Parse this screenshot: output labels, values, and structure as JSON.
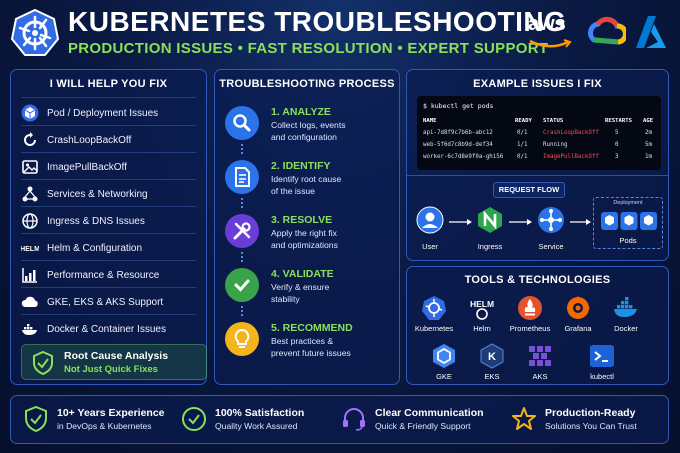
{
  "header": {
    "title": "KUBERNETES TROUBLESHOOTING",
    "subtitle": "PRODUCTION ISSUES • FAST RESOLUTION • EXPERT SUPPORT",
    "brands": {
      "aws": "aws"
    },
    "colors": {
      "accent": "#8be05a",
      "panel_border": "#2f59b8",
      "bg": "#0a1a44"
    }
  },
  "fix_panel": {
    "title": "I WILL HELP YOU FIX",
    "items": [
      {
        "label": "Pod / Deployment Issues",
        "icon": "cube-icon"
      },
      {
        "label": "CrashLoopBackOff",
        "icon": "cycle-icon"
      },
      {
        "label": "ImagePullBackOff",
        "icon": "image-icon"
      },
      {
        "label": "Services & Networking",
        "icon": "network-icon"
      },
      {
        "label": "Ingress & DNS Issues",
        "icon": "globe-icon"
      },
      {
        "label": "Helm & Configuration",
        "icon": "helm-icon"
      },
      {
        "label": "Performance & Resource",
        "icon": "chart-icon"
      },
      {
        "label": "GKE, EKS & AKS Support",
        "icon": "cloud-icon"
      },
      {
        "label": "Docker & Container Issues",
        "icon": "docker-icon"
      }
    ],
    "rca": {
      "title": "Root Cause Analysis",
      "sub": "Not Just Quick Fixes"
    }
  },
  "process_panel": {
    "title": "TROUBLESHOOTING PROCESS",
    "steps": [
      {
        "title": "1. ANALYZE",
        "line1": "Collect logs, events",
        "line2": "and configuration",
        "icon": "magnifier-icon"
      },
      {
        "title": "2. IDENTIFY",
        "line1": "Identify root cause",
        "line2": "of the issue",
        "icon": "document-icon"
      },
      {
        "title": "3. RESOLVE",
        "line1": "Apply the right fix",
        "line2": "and optimizations",
        "icon": "tools-icon"
      },
      {
        "title": "4. VALIDATE",
        "line1": "Verify & ensure",
        "line2": "stability",
        "icon": "check-icon"
      },
      {
        "title": "5. RECOMMEND",
        "line1": "Best practices &",
        "line2": "prevent future issues",
        "icon": "bulb-icon"
      }
    ]
  },
  "example_panel": {
    "title": "EXAMPLE ISSUES I FIX",
    "terminal": {
      "command": "$ kubectl get pods",
      "headers": [
        "NAME",
        "READY",
        "STATUS",
        "RESTARTS",
        "AGE"
      ],
      "rows": [
        {
          "name": "api-7d8f9c7b6b-abc12",
          "ready": "0/1",
          "status": "CrashLoopBackOff",
          "restarts": "5",
          "age": "2m",
          "bad": true
        },
        {
          "name": "web-5f6d7c8b9d-def34",
          "ready": "1/1",
          "status": "Running",
          "restarts": "0",
          "age": "5m",
          "bad": false
        },
        {
          "name": "worker-6c7d8e9f0a-ghi56",
          "ready": "0/1",
          "status": "ImagePullBackOff",
          "restarts": "3",
          "age": "1m",
          "bad": true
        }
      ]
    },
    "flow": {
      "title": "REQUEST FLOW",
      "nodes": [
        "User",
        "Ingress",
        "Service",
        "Pods"
      ],
      "deployment_label": "Deployment"
    }
  },
  "tools_panel": {
    "title": "TOOLS & TECHNOLOGIES",
    "row1": [
      "Kubernetes",
      "Helm",
      "Prometheus",
      "Grafana",
      "Docker"
    ],
    "row2": [
      "GKE",
      "EKS",
      "AKS",
      "kubectl"
    ]
  },
  "bottom": [
    {
      "title": "10+ Years Experience",
      "sub": "in DevOps & Kubernetes",
      "icon": "shield-check-icon"
    },
    {
      "title": "100% Satisfaction",
      "sub": "Quality Work Assured",
      "icon": "check-circle-icon"
    },
    {
      "title": "Clear Communication",
      "sub": "Quick & Friendly Support",
      "icon": "headset-icon"
    },
    {
      "title": "Production-Ready",
      "sub": "Solutions You Can Trust",
      "icon": "star-icon"
    }
  ]
}
